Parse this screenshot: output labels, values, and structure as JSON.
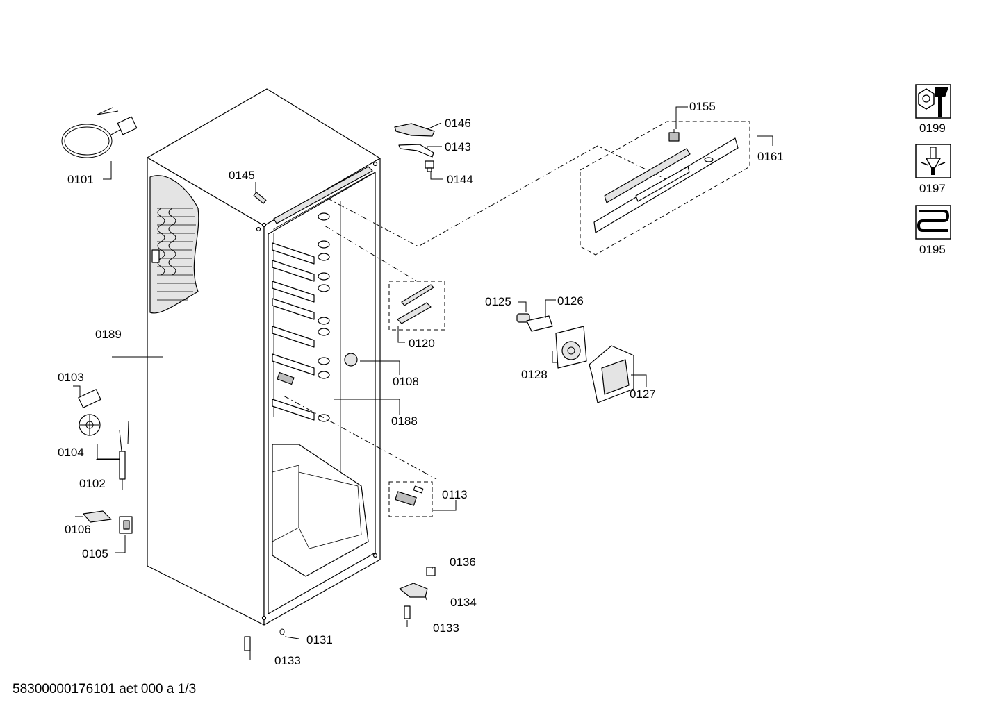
{
  "document_id": "58300000176101 aet 000 a 1/3",
  "labels": {
    "p0101": "0101",
    "p0145": "0145",
    "p0146": "0146",
    "p0143": "0143",
    "p0144": "0144",
    "p0155": "0155",
    "p0161": "0161",
    "p0189": "0189",
    "p0120": "0120",
    "p0125": "0125",
    "p0126": "0126",
    "p0128": "0128",
    "p0127": "0127",
    "p0108": "0108",
    "p0188": "0188",
    "p0103": "0103",
    "p0104": "0104",
    "p0102": "0102",
    "p0113": "0113",
    "p0106": "0106",
    "p0105": "0105",
    "p0136": "0136",
    "p0134": "0134",
    "p0133a": "0133",
    "p0131": "0131",
    "p0133b": "0133"
  },
  "legend": {
    "l0199": "0199",
    "l0197": "0197",
    "l0195": "0195"
  },
  "legend_icons": [
    "wrench-nut-icon",
    "screwdriver-icon",
    "heater-coil-icon"
  ]
}
